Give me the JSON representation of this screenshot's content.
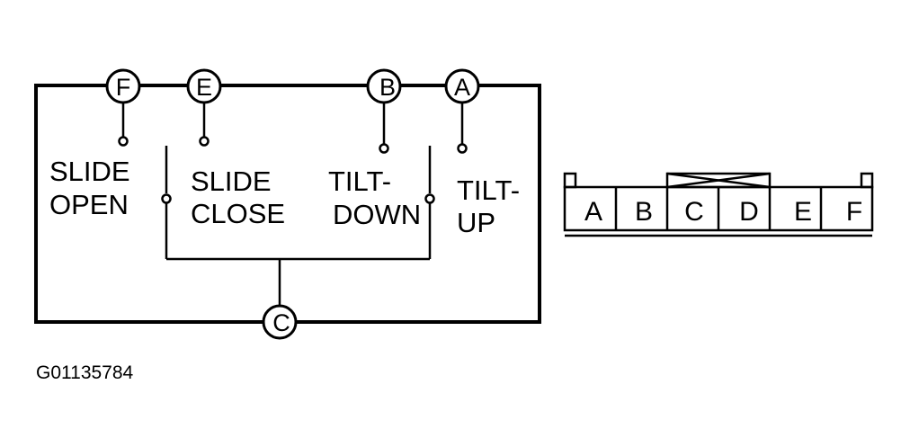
{
  "terminals": {
    "f": "F",
    "e": "E",
    "b": "B",
    "a": "A",
    "c": "C"
  },
  "labels": {
    "slide_open_1": "SLIDE",
    "slide_open_2": "OPEN",
    "slide_close_1": "SLIDE",
    "slide_close_2": "CLOSE",
    "tilt_down_1": "TILT-",
    "tilt_down_2": "DOWN",
    "tilt_up_1": "TILT-",
    "tilt_up_2": "UP"
  },
  "connector": {
    "pins": [
      "A",
      "B",
      "C",
      "D",
      "E",
      "F"
    ]
  },
  "figure_code": "G01135784"
}
